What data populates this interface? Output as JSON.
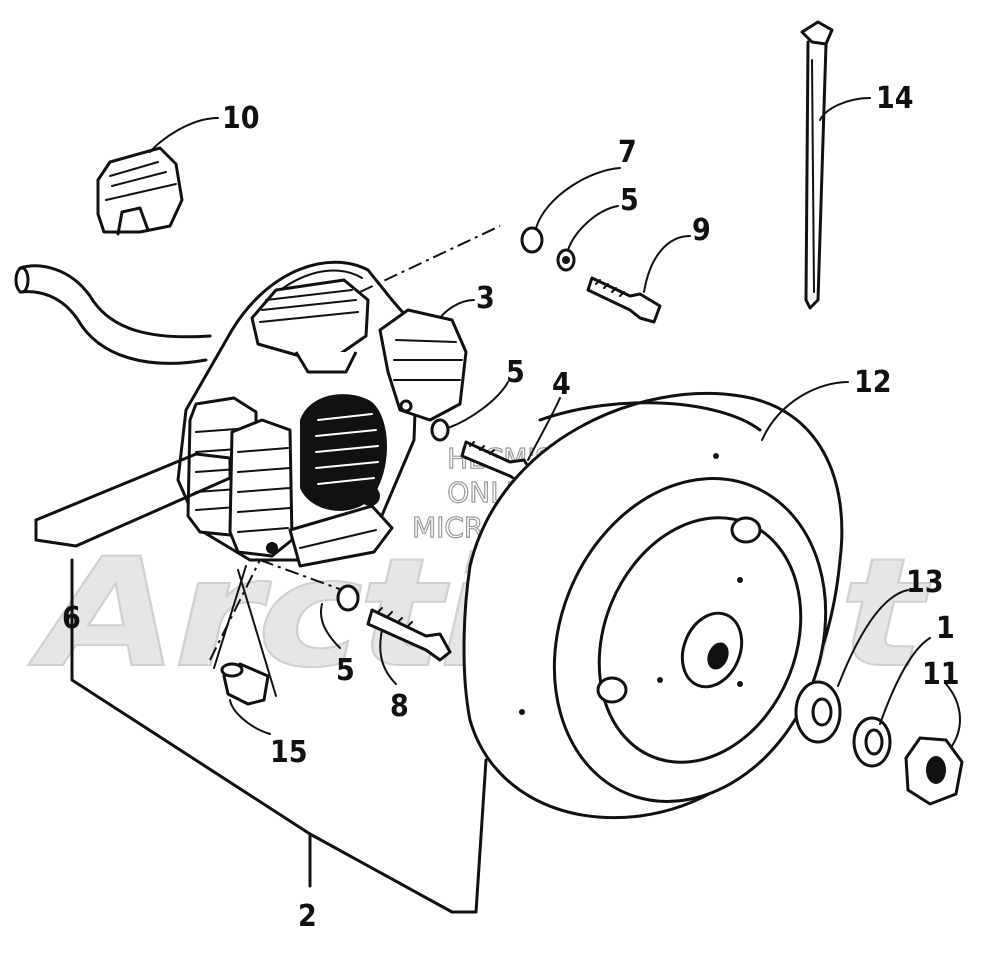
{
  "watermark": {
    "brand": "ArcticCat",
    "line1": "HLCM'S",
    "line2": "ONLINE",
    "line3": "MICROFICHE"
  },
  "callouts": [
    {
      "id": "c1",
      "label": "1"
    },
    {
      "id": "c2",
      "label": "2"
    },
    {
      "id": "c3",
      "label": "3"
    },
    {
      "id": "c4",
      "label": "4"
    },
    {
      "id": "c5a",
      "label": "5"
    },
    {
      "id": "c5b",
      "label": "5"
    },
    {
      "id": "c5c",
      "label": "5"
    },
    {
      "id": "c6",
      "label": "6"
    },
    {
      "id": "c7",
      "label": "7"
    },
    {
      "id": "c8",
      "label": "8"
    },
    {
      "id": "c9",
      "label": "9"
    },
    {
      "id": "c10",
      "label": "10"
    },
    {
      "id": "c11",
      "label": "11"
    },
    {
      "id": "c12",
      "label": "12"
    },
    {
      "id": "c13",
      "label": "13"
    },
    {
      "id": "c14",
      "label": "14"
    },
    {
      "id": "c15",
      "label": "15"
    }
  ]
}
